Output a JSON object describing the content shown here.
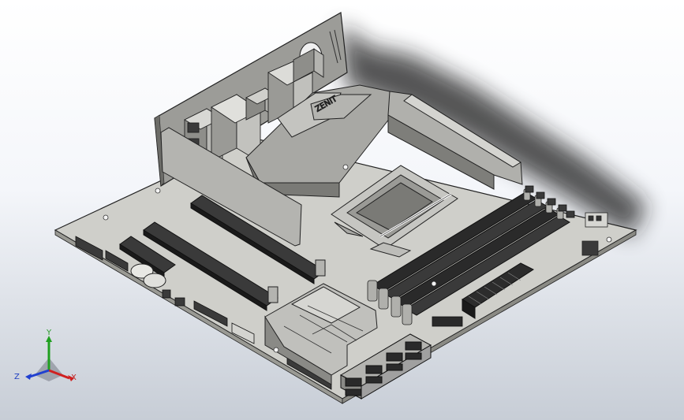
{
  "board_marking": "ZENIT",
  "triad": {
    "x_label": "X",
    "y_label": "Y",
    "z_label": "Z"
  },
  "colors": {
    "background_top": "#ffffff",
    "background_bottom": "#c7cdd6",
    "board": "#cfcfca",
    "shadow": "#1e1e1e",
    "axis_x": "#d02020",
    "axis_y": "#20a020",
    "axis_z": "#2040d0"
  }
}
